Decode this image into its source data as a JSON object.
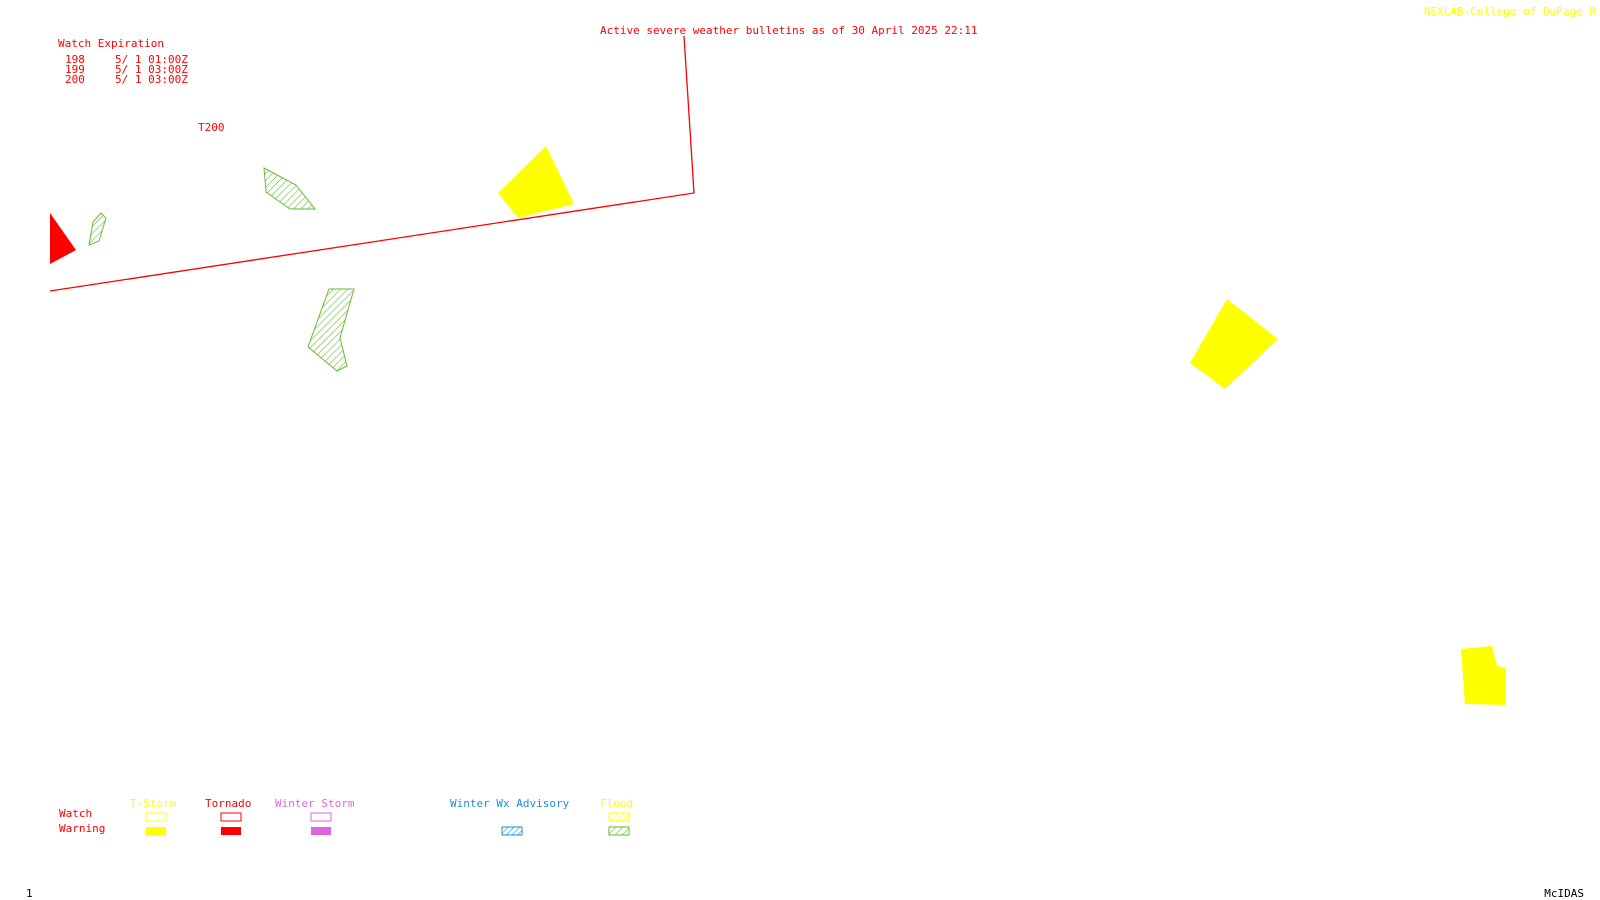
{
  "header": {
    "bulletin_title": "Active severe weather bulletins as of 30 April 2025 22:11",
    "credit": "NEXLAB-College of DuPage R",
    "bulletin_color": "#ff0000",
    "credit_color": "#ffff00"
  },
  "watch_table": {
    "heading": "Watch Expiration",
    "rows": [
      {
        "number": "198",
        "expiration": "5/ 1 01:00Z"
      },
      {
        "number": "199",
        "expiration": "5/ 1 03:00Z"
      },
      {
        "number": "200",
        "expiration": "5/ 1 03:00Z"
      }
    ]
  },
  "map": {
    "watch_label": "T200"
  },
  "legend": {
    "row_watch": "Watch",
    "row_warning": "Warning",
    "categories": [
      {
        "label": "T-Storm",
        "color": "#ffff00",
        "watch_style": "outline",
        "warning_style": "solid"
      },
      {
        "label": "Tornado",
        "color": "#ff0000",
        "watch_style": "outline",
        "warning_style": "solid"
      },
      {
        "label": "Winter Storm",
        "color": "#dd66dd",
        "watch_style": "outline",
        "warning_style": "solid"
      },
      {
        "label": "Winter Wx Advisory",
        "color": "#1e8fcf",
        "watch_style": "none",
        "warning_style": "hatched"
      },
      {
        "label": "Flood",
        "color": "#ffff00",
        "watch_style": "hatched",
        "warning_style": "hatched-green"
      }
    ]
  },
  "footer": {
    "frame_number": "1",
    "software": "McIDAS"
  },
  "colors": {
    "flood_green": "#66bb33",
    "tornado_red": "#ff0000",
    "tstorm_yellow": "#ffff00"
  }
}
